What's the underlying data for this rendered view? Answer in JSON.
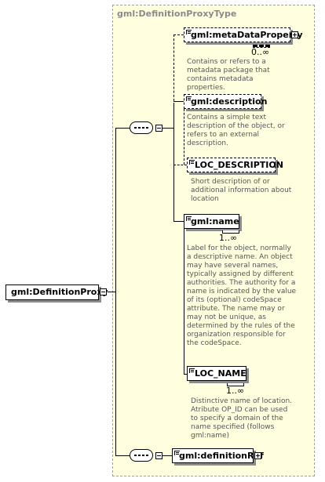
{
  "root": {
    "label": "gml:DefinitionProxy"
  },
  "type": {
    "title": "gml:DefinitionProxyType"
  },
  "elements": {
    "metaDataProperty": {
      "label": "gml:metaDataProperty",
      "cardinality": "0..∞",
      "description": "Contains or refers to a metadata package that contains metadata properties."
    },
    "description": {
      "label": "gml:description",
      "description": "Contains a simple text description of the object, or refers to an external description."
    },
    "loc_description": {
      "label": "LOC_DESCRIPTION",
      "description": "Short description of or additional information about location"
    },
    "name": {
      "label": "gml:name",
      "cardinality": "1..∞",
      "description": "Label for the object, normally a descriptive name. An object may have several names, typically assigned by different authorities.  The authority for a name is indicated by the value of its (optional) codeSpace attribute.  The name may or may not be unique, as determined by the rules of the organization responsible for the codeSpace."
    },
    "loc_name": {
      "label": "LOC_NAME",
      "cardinality": "1..∞",
      "description": "Distinctive name of location. Atribute OP_ID can be used to specify a domain of the name specified (follows gml:name)"
    },
    "definitionRef": {
      "label": "gml:definitionRef"
    }
  }
}
